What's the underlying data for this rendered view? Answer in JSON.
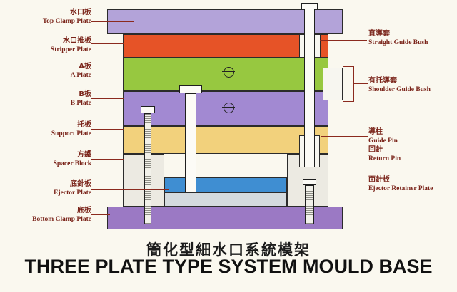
{
  "title": {
    "zh": "簡化型細水口系統模架",
    "en": "THREE PLATE TYPE SYSTEM MOULD BASE"
  },
  "labels_left": [
    {
      "zh": "水口板",
      "en": "Top Clamp Plate"
    },
    {
      "zh": "水口推板",
      "en": "Stripper Plate"
    },
    {
      "zh": "A板",
      "en": "A Plate"
    },
    {
      "zh": "B板",
      "en": "B Plate"
    },
    {
      "zh": "托板",
      "en": "Support Plate"
    },
    {
      "zh": "方鐵",
      "en": "Spacer Block"
    },
    {
      "zh": "底針板",
      "en": "Ejector Plate"
    },
    {
      "zh": "底板",
      "en": "Bottom Clamp Plate"
    }
  ],
  "labels_right": [
    {
      "zh": "直導套",
      "en": "Straight Guide Bush"
    },
    {
      "zh": "有托導套",
      "en": "Shoulder Guide Bush"
    },
    {
      "zh": "導柱",
      "en": "Guide Pin"
    },
    {
      "zh": "回針",
      "en": "Return Pin"
    },
    {
      "zh": "面針板",
      "en": "Ejector Retainer Plate"
    }
  ],
  "colors": {
    "background": "#faf8ef",
    "top_clamp_plate": "#b3a3d9",
    "stripper_plate": "#e65327",
    "a_plate": "#97c840",
    "b_plate": "#a289d2",
    "support_plate": "#f2d17c",
    "spacer_block": "#eceae2",
    "ejector_retainer_plate": "#3f8ed2",
    "ejector_plate": "#d4dade",
    "bottom_clamp_plate": "#9b79c4",
    "leader_line": "#8b2a1e",
    "label_text": "#7a241a",
    "title_text": "#111111"
  }
}
